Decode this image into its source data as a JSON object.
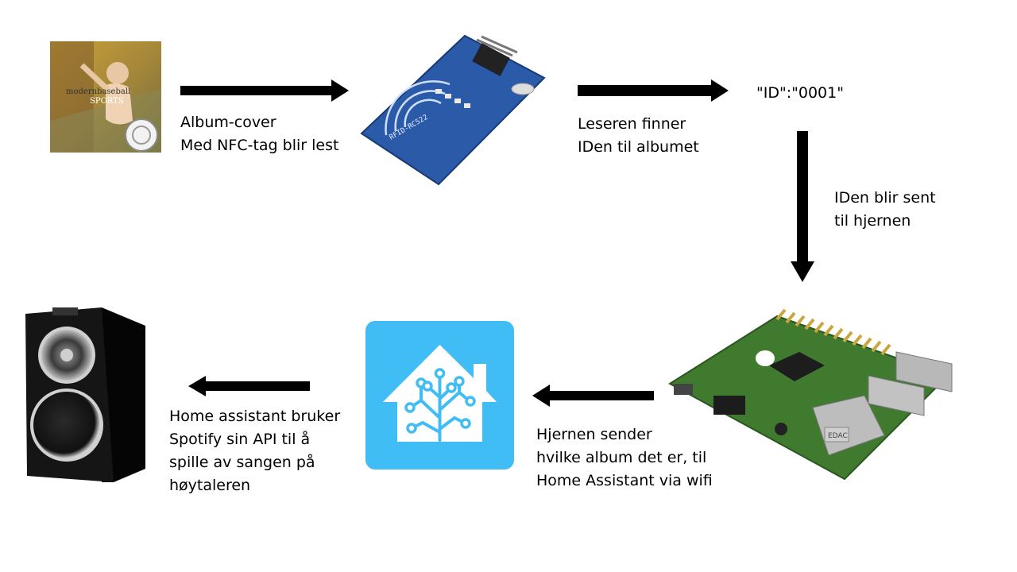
{
  "steps": {
    "album_cover": {
      "line1": "Album-cover",
      "line2": "Med NFC-tag blir lest",
      "cover_artist": "modernbaseball",
      "cover_title": "SPORTS"
    },
    "rfid_reader": {
      "line1": "Leseren finner",
      "line2": "IDen til albumet",
      "board_label": "RFID-RC522"
    },
    "id_value": "\"ID\":\"0001\"",
    "send_to_brain": {
      "line1": "IDen blir sent",
      "line2": "til hjernen"
    },
    "brain_to_ha": {
      "line1": "Hjernen sender",
      "line2": "hvilke album det er, til",
      "line3": "Home Assistant via wifi",
      "chip_label": "EDAC"
    },
    "ha_to_speaker": {
      "line1": "Home assistant bruker",
      "line2": "Spotify sin API til å",
      "line3": "spille av sangen på",
      "line4": "høytaleren"
    }
  },
  "colors": {
    "arrow": "#000000",
    "ha_blue": "#41BDF5",
    "rfid_blue": "#2a5aa8",
    "pcb_green": "#3f7a2e",
    "speaker_black": "#111111"
  }
}
